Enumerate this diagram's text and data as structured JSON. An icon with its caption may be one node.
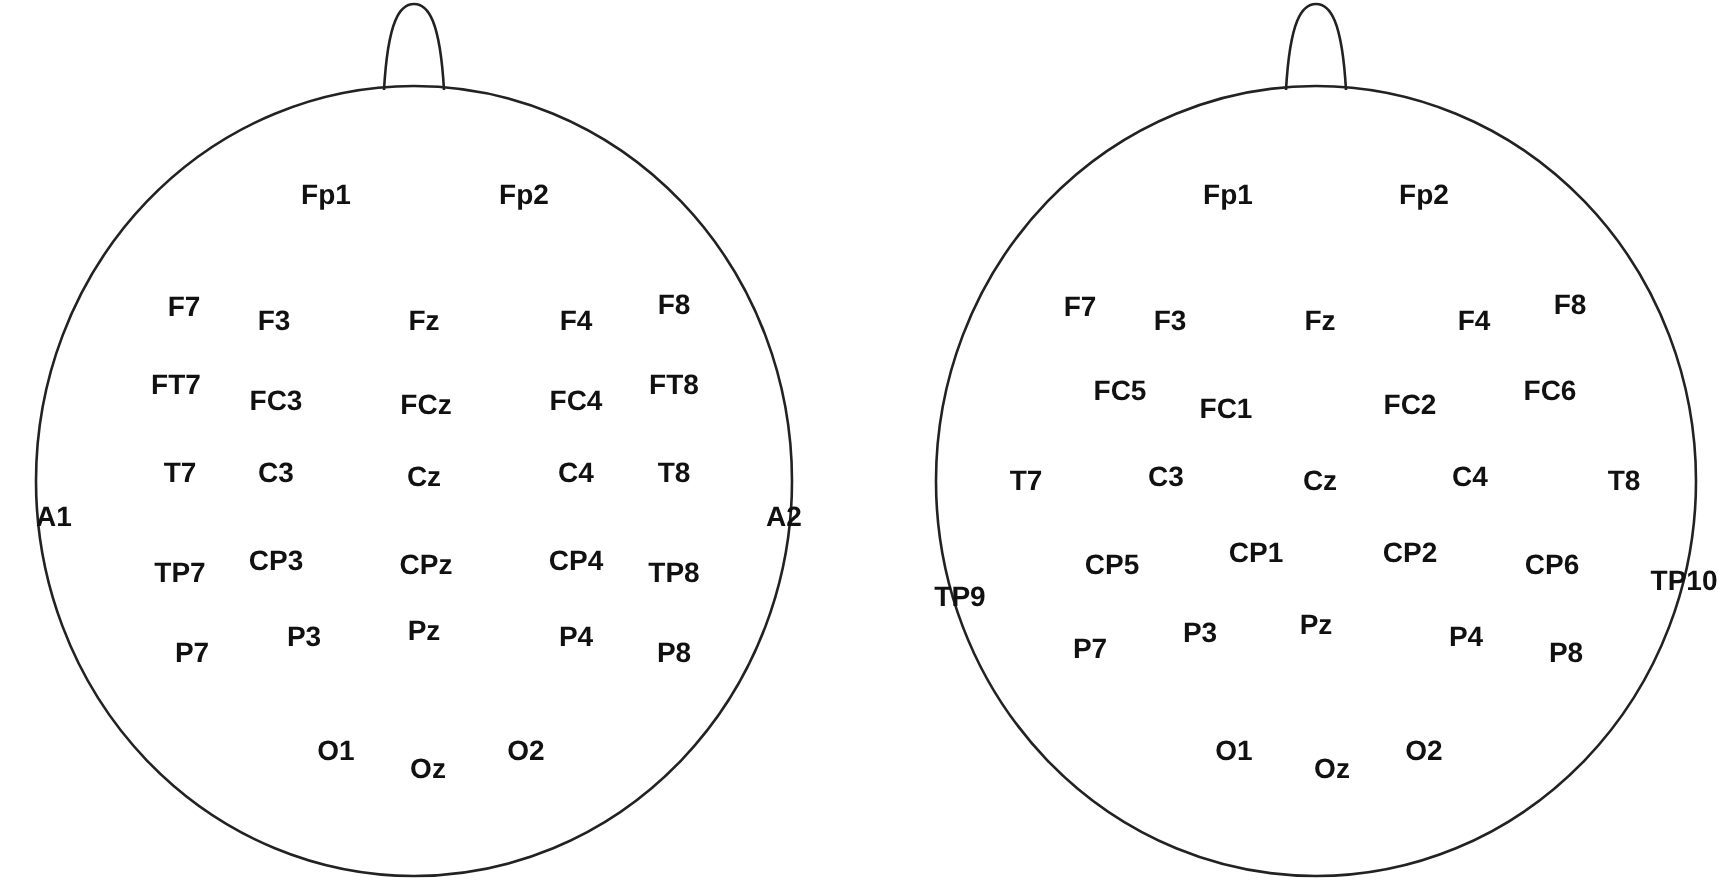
{
  "diagram": {
    "nodes": [
      {
        "text": [
          "Fp1",
          "Fp2",
          "F7",
          "F3",
          "Fz",
          "F4",
          "F8",
          "FT7",
          "FC3",
          "FCz",
          "FC4",
          "FT8",
          "A1",
          "T7",
          "C3",
          "Cz",
          "C4",
          "T8",
          "A2",
          "TP7",
          "CP3",
          "CPz",
          "CP4",
          "TP8",
          "P7",
          "P3",
          "Pz",
          "P4",
          "P8",
          "O1",
          "Oz",
          "O2"
        ]
      },
      {
        "text": [
          "Fp1",
          "Fp2",
          "F7",
          "F3",
          "Fz",
          "F4",
          "F8",
          "FC5",
          "FC1",
          "FC2",
          "FC6",
          "T7",
          "C3",
          "Cz",
          "C4",
          "T8",
          "TP9",
          "CP5",
          "CP1",
          "CP2",
          "CP6",
          "TP10",
          "P7",
          "P3",
          "Pz",
          "P4",
          "P8",
          "O1",
          "Oz",
          "O2"
        ]
      }
    ],
    "edges": []
  }
}
